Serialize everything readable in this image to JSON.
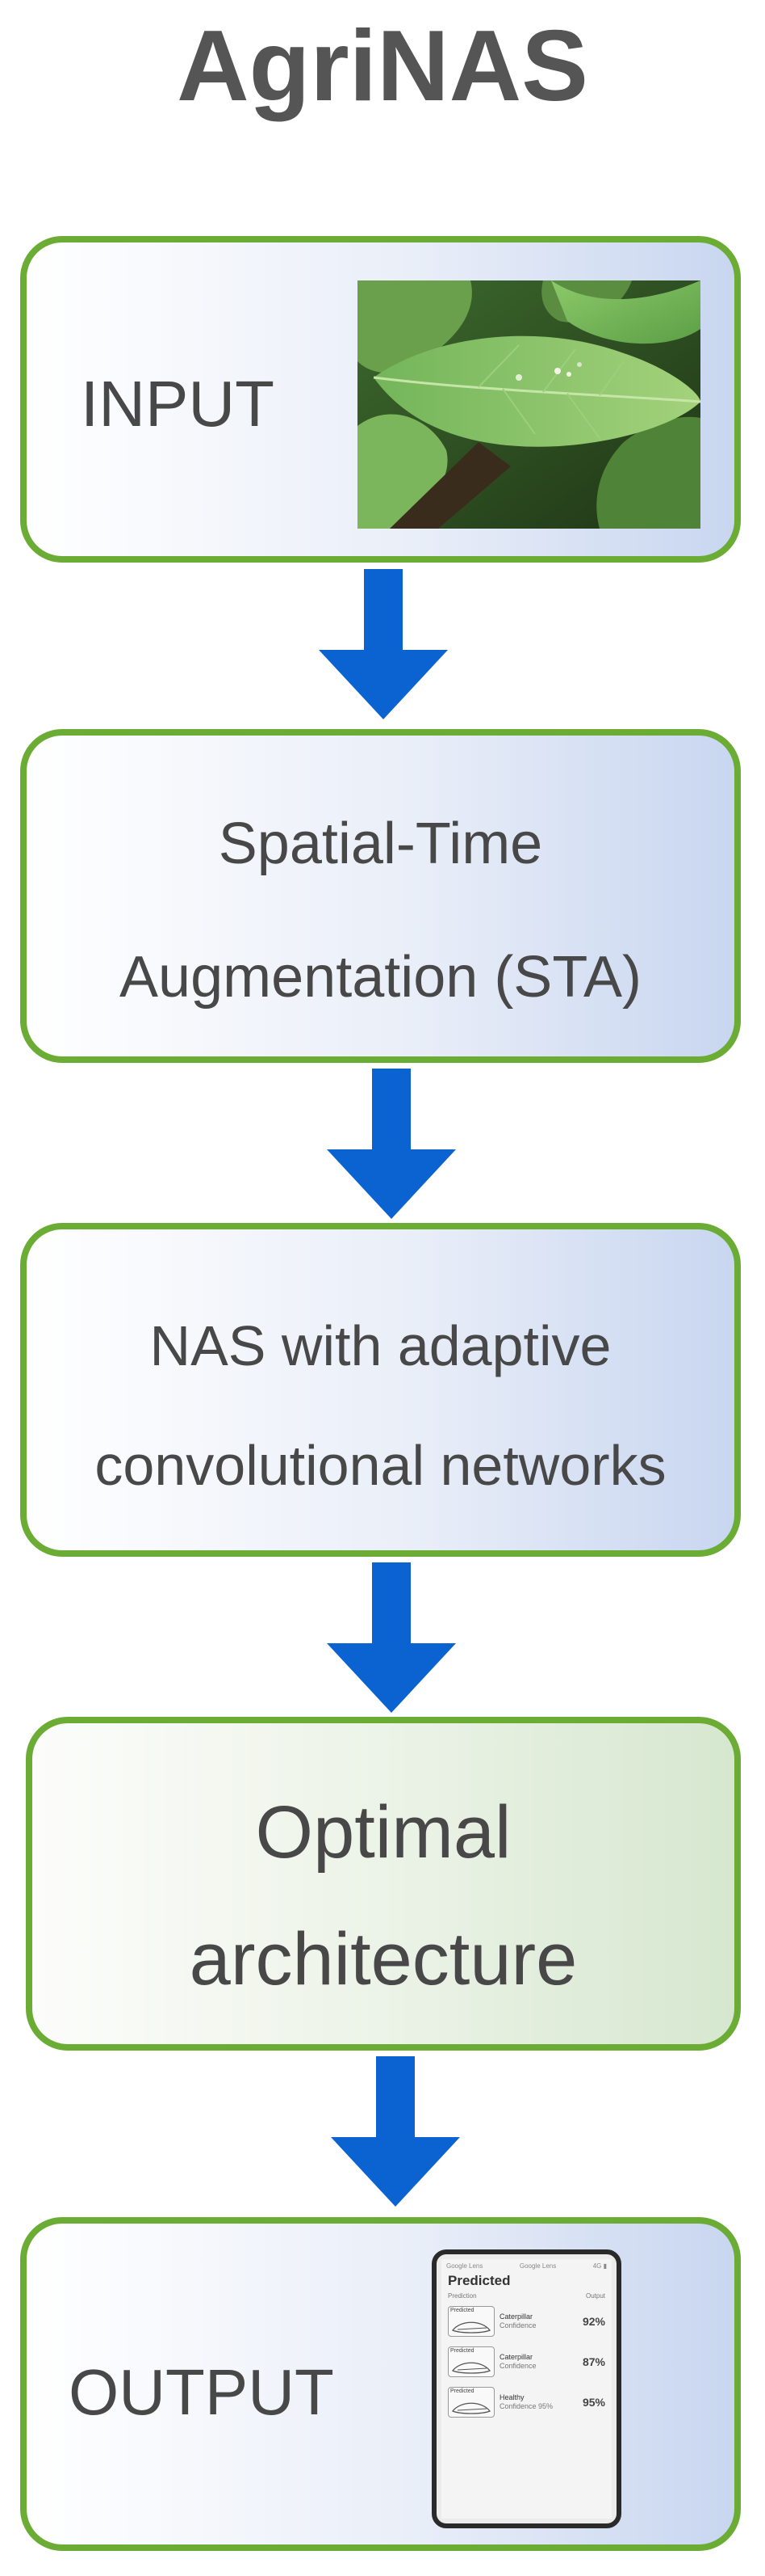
{
  "title": "AgriNAS",
  "steps": [
    {
      "label": "INPUT"
    },
    {
      "label_line1": "Spatial-Time",
      "label_line2": "Augmentation (STA)"
    },
    {
      "label_line1": "NAS with adaptive",
      "label_line2": "convolutional networks"
    },
    {
      "label_line1": "Optimal",
      "label_line2": "architecture"
    },
    {
      "label": "OUTPUT"
    }
  ],
  "colors": {
    "border": "#6bac34",
    "arrow": "#0b63d1",
    "text": "#484848",
    "title": "#555555"
  },
  "phone": {
    "status_left": "Google Lens",
    "status_mid": "Google Lens",
    "status_right": "4G ▮",
    "title": "Predicted",
    "col_left": "Prediction",
    "col_right": "Output",
    "rows": [
      {
        "thumb": "Predicted",
        "label_line1": "Caterpillar",
        "label_line2": "Confidence",
        "pct": "92%"
      },
      {
        "thumb": "Predicted",
        "label_line1": "Caterpillar",
        "label_line2": "Confidence",
        "pct": "87%"
      },
      {
        "thumb": "Predicted",
        "label_line1": "Healthy",
        "label_line2": "Confidence 95%",
        "pct": "95%"
      }
    ]
  }
}
